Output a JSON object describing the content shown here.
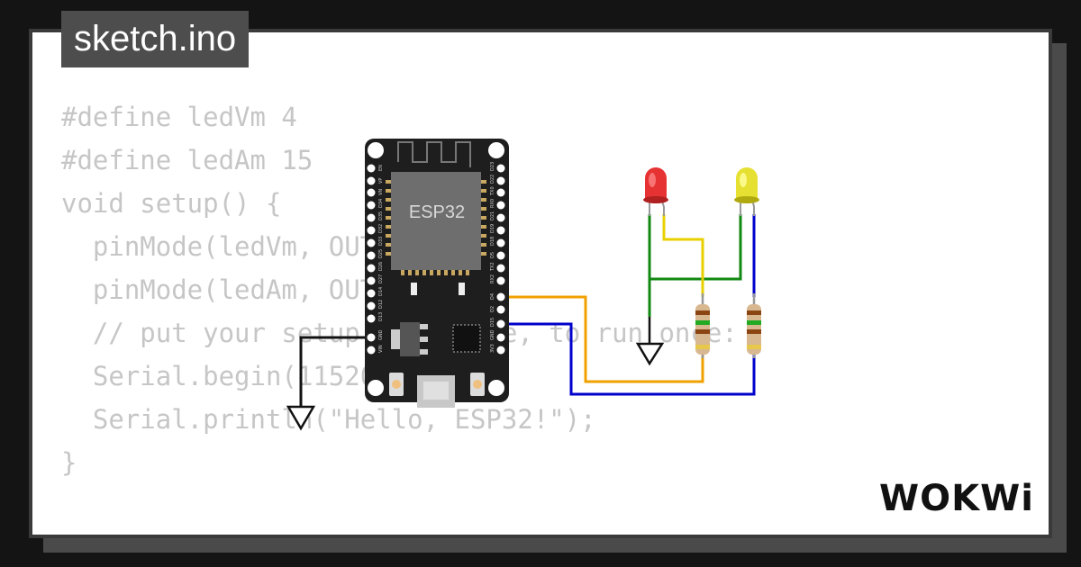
{
  "file_tab": {
    "name": "sketch.ino"
  },
  "code_lines": [
    "#define ledVm 4",
    "#define ledAm 15",
    "",
    "void setup() {",
    "",
    "  pinMode(ledVm, OUTPUT);",
    "  pinMode(ledAm, OUTPUT);",
    "  // put your setup code here, to run once:",
    "  Serial.begin(115200);",
    "  Serial.println(\"Hello, ESP32!\");",
    "}"
  ],
  "board": {
    "chip_label": "ESP32",
    "left_pins": [
      "EN",
      "VP",
      "VN",
      "D34",
      "D35",
      "D32",
      "D33",
      "D25",
      "D26",
      "D27",
      "D14",
      "D12",
      "D13",
      "GND",
      "VIN"
    ],
    "right_pins": [
      "D23",
      "D22",
      "TX0",
      "RX0",
      "D21",
      "D19",
      "D18",
      "D5",
      "TX2",
      "RX2",
      "D4",
      "D2",
      "D15",
      "GND",
      "3V3"
    ]
  },
  "components": {
    "led_red": {
      "color": "#e63232"
    },
    "led_yellow": {
      "color": "#e6e032"
    }
  },
  "wires": {
    "orange": "#f0a000",
    "blue": "#0000cc",
    "green": "#118811",
    "yellow": "#e8d000",
    "black": "#111111"
  },
  "logo": {
    "text": "WOKWi"
  }
}
